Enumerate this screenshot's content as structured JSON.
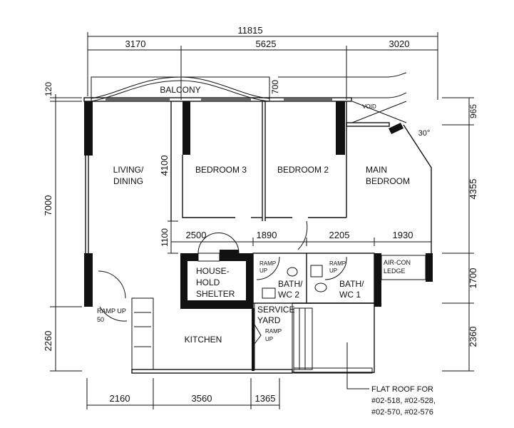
{
  "dimensions": {
    "overall_width": "11815",
    "top": [
      "3170",
      "5625",
      "3020"
    ],
    "balcony_depth": "700",
    "left": [
      "120",
      "7000",
      "2260"
    ],
    "inner_vertical": [
      "4100",
      "1100"
    ],
    "corridor": [
      "2500",
      "1890",
      "2205",
      "1930"
    ],
    "right": [
      "965",
      "4355",
      "1700",
      "2360"
    ],
    "bottom": [
      "2160",
      "3560",
      "1365"
    ],
    "angle": "30°"
  },
  "rooms": {
    "balcony": "BALCONY",
    "void": "VOID",
    "living_1": "LIVING/",
    "living_2": "DINING",
    "bedroom3": "BEDROOM 3",
    "bedroom2": "BEDROOM 2",
    "main_1": "MAIN",
    "main_2": "BEDROOM",
    "shelter_1": "HOUSE-",
    "shelter_2": "HOLD",
    "shelter_3": "SHELTER",
    "bath2_1": "BATH/",
    "bath2_2": "WC 2",
    "bath1_1": "BATH/",
    "bath1_2": "WC 1",
    "ramp_1": "RAMP",
    "ramp_2": "UP",
    "aircon_1": "AIR-CON",
    "aircon_2": "LEDGE",
    "entry_ramp": "RAMP UP",
    "entry_ramp_num": "50",
    "kitchen": "KITCHEN",
    "service_1": "SERVICE",
    "service_2": "YARD"
  },
  "note": {
    "line1": "FLAT ROOF FOR",
    "line2": "#02-518, #02-528,",
    "line3": "#02-570, #02-576"
  }
}
